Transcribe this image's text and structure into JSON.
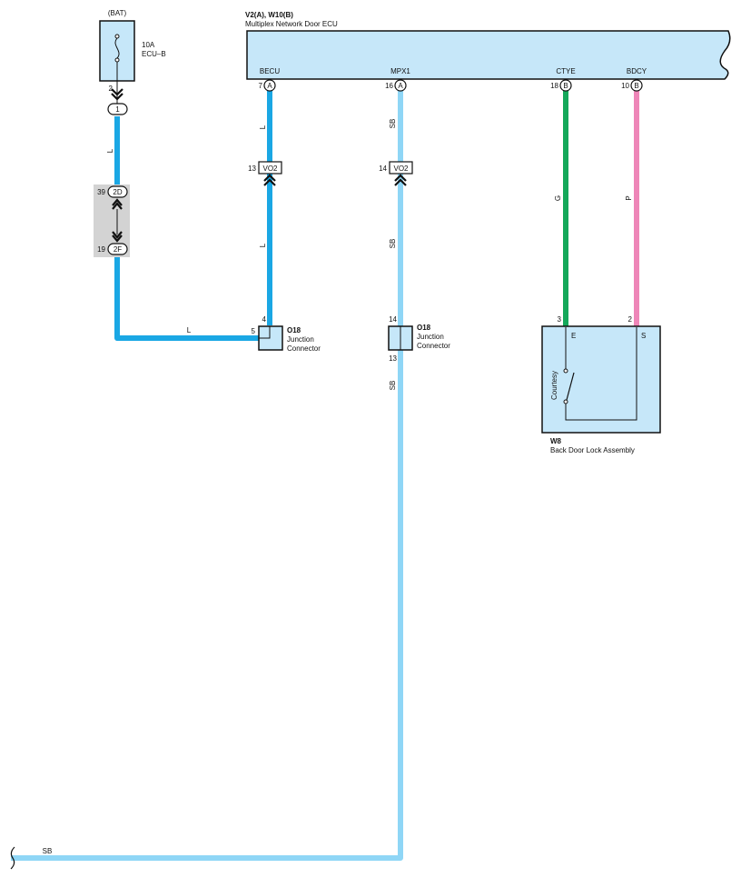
{
  "colors": {
    "wire_L": "#1aa7e4",
    "wire_SB": "#8fd6f6",
    "wire_G": "#14a85a",
    "wire_P": "#ee86b8",
    "component_fill": "#c6e7f9",
    "splice_bg": "#d3d3d3"
  },
  "fuse": {
    "source": "(BAT)",
    "rating": "10A",
    "name": "ECU–B",
    "pin": "2",
    "junction_pin": "1"
  },
  "ecu": {
    "id": "V2(A), W10(B)",
    "name": "Multiplex Network Door ECU",
    "terminals": [
      {
        "label": "BECU",
        "pin": "7",
        "conn": "A"
      },
      {
        "label": "MPX1",
        "pin": "16",
        "conn": "A"
      },
      {
        "label": "CTYE",
        "pin": "18",
        "conn": "B"
      },
      {
        "label": "BDCY",
        "pin": "10",
        "conn": "B"
      }
    ]
  },
  "splice": {
    "top_pin": "39",
    "top_conn": "2D",
    "bottom_pin": "19",
    "bottom_conn": "2F"
  },
  "inline_connectors": [
    {
      "pin": "13",
      "id": "VO2"
    },
    {
      "pin": "14",
      "id": "VO2"
    }
  ],
  "junctions": [
    {
      "id": "O18",
      "line1": "Junction",
      "line2": "Connector",
      "pin_top": "4",
      "pin_left": "5"
    },
    {
      "id": "O18",
      "line1": "Junction",
      "line2": "Connector",
      "pin_top": "14",
      "pin_bottom": "13"
    }
  ],
  "back_door": {
    "id": "W8",
    "name": "Back Door Lock Assembly",
    "switch_label": "Courtesy",
    "pin_e": "3",
    "term_e": "E",
    "pin_s": "2",
    "term_s": "S"
  },
  "wire_labels": {
    "fuse_wire": "L",
    "becu_upper": "L",
    "becu_lower": "L",
    "bottom_left": "L",
    "mpx_upper": "SB",
    "mpx_mid": "SB",
    "mpx_lower": "SB",
    "bottom": "SB",
    "ctye": "G",
    "bdcy": "P"
  }
}
